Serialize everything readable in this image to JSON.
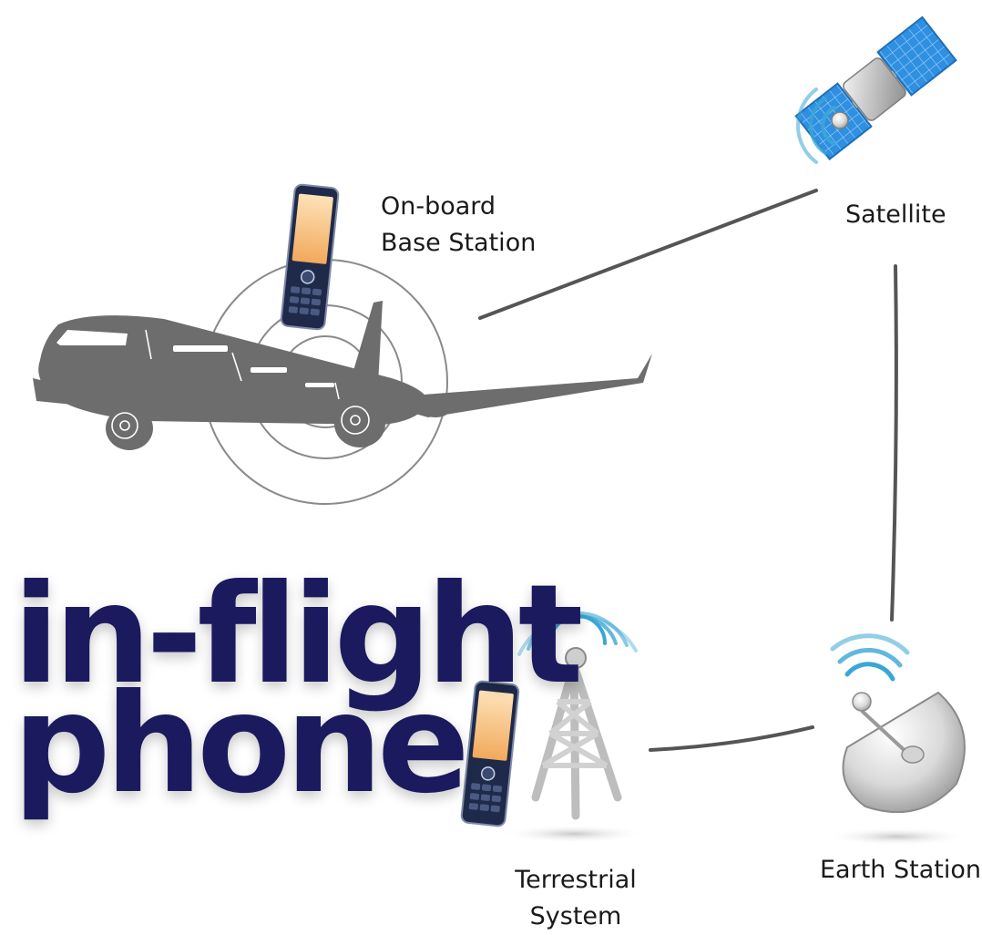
{
  "title": {
    "line1": "in-flight",
    "line2": "phone",
    "color": "#1b1a5e"
  },
  "nodes": {
    "onboard_base_station": {
      "line1": "On-board",
      "line2": "Base Station",
      "icon": "mobile-phone-icon"
    },
    "satellite": {
      "label": "Satellite",
      "icon": "satellite-icon"
    },
    "earth_station": {
      "label": "Earth Station",
      "icon": "satellite-dish-icon"
    },
    "terrestrial_system": {
      "line1": "Terrestrial",
      "line2": "System",
      "icon": "radio-tower-icon"
    }
  },
  "airplane": {
    "icon": "airplane-icon",
    "color": "#6d6d6d"
  },
  "colors": {
    "link_line": "#555555",
    "signal_blue": "#3aa6d6",
    "solar_panel": "#2f8fe0",
    "phone_body": "#1f2a4a",
    "phone_screen": "#f6c07c"
  }
}
